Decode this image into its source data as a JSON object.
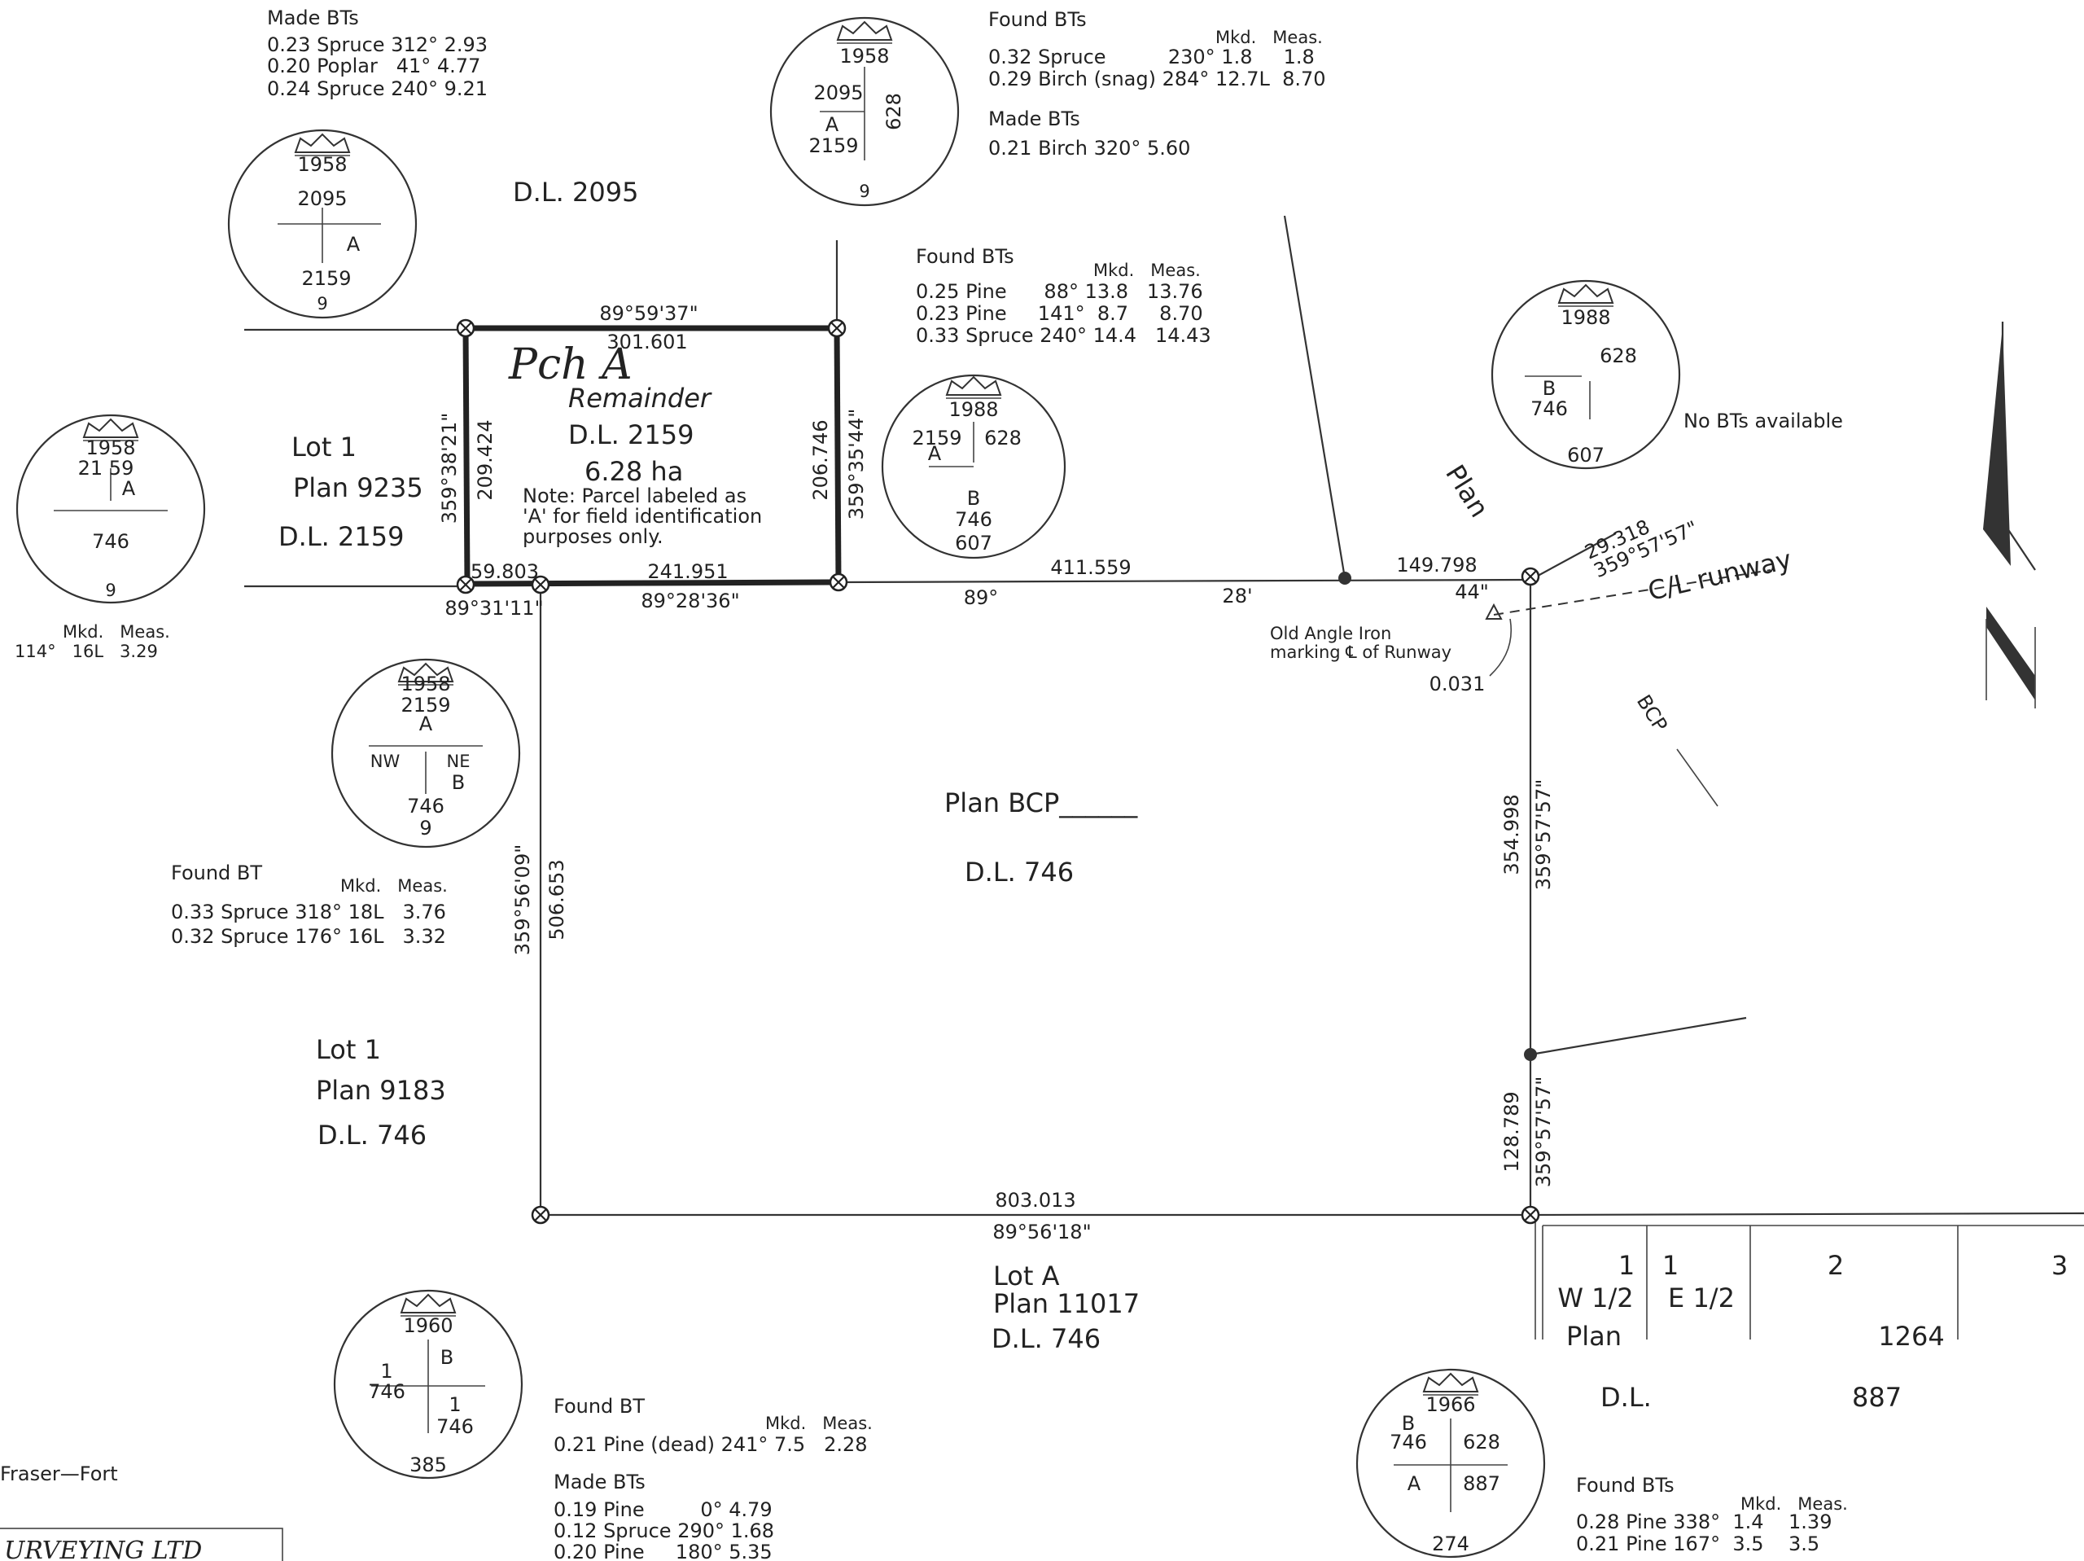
{
  "district_lots": {
    "dl2095": "D.L. 2095",
    "dl2159_left": "D.L. 2159",
    "dl746_center": "D.L. 746",
    "dl746_lot1": "D.L. 746",
    "dl746_lotA": "D.L. 746",
    "dl887_prefix": "D.L.",
    "dl887_number": "887"
  },
  "parcel": {
    "handwritten": "Pch A",
    "remainder": "Remainder",
    "lot": "D.L. 2159",
    "area": "6.28 ha",
    "note_line1": "Note: Parcel labeled as",
    "note_line2": "'A' for field identification",
    "note_line3": "purposes only."
  },
  "lots": {
    "lot1_9235_lot": "Lot    1",
    "lot1_9235_plan": "Plan  9235",
    "lot1_9183_lot": "Lot    1",
    "lot1_9183_plan": "Plan  9183",
    "lotA_lot": "Lot  A",
    "lotA_plan": "Plan  11017",
    "plan_bcp": "Plan  BCP______",
    "plan_diag": "Plan",
    "bcp_diag": "BCP"
  },
  "dimensions": {
    "north_bearing": "89°59'37\"",
    "north_dist": "301.601",
    "west_bearing": "359°38'21\"",
    "west_dist": "209.424",
    "east_dist": "206.746",
    "east_bearing": "359°35'44\"",
    "south_short": "59.803",
    "south_short_bearing": "89°31'11\"",
    "south_dist": "241.951",
    "south_bearing": "89°28'36\"",
    "south_line_dist": "411.559",
    "south_line_bearing_a": "89°",
    "south_line_bearing_b": "28'",
    "south_line_bearing_c": "44\"",
    "runway_seg_dist": "149.798",
    "runway_dist": "29.318",
    "runway_bearing": "359°57'57\"",
    "runway_label": "C/L runway",
    "runway_offset": "0.031",
    "east_upper_dist": "354.998",
    "east_upper_bearing": "359°57'57\"",
    "east_lower_dist": "128.789",
    "east_lower_bearing": "359°57'57\"",
    "west_long_bearing": "359°56'09\"",
    "west_long_dist": "506.653",
    "bottom_dist": "803.013",
    "bottom_bearing": "89°56'18\""
  },
  "angle_iron": {
    "line1": "Old Angle Iron",
    "line2": "marking ℄ of Runway"
  },
  "bearing_trees": {
    "top_made_title": "Made BTs",
    "top_made_rows": [
      "0.23 Spruce 312° 2.93",
      "0.20 Poplar   41° 4.77",
      "0.24 Spruce 240° 9.21"
    ],
    "tr_found_title": "Found BTs",
    "tr_found_header": "Mkd.   Meas.",
    "tr_found_rows": [
      "0.32 Spruce          230° 1.8     1.8",
      "0.29 Birch (snag) 284° 12.7L  8.70"
    ],
    "tr_made_title": "Made BTs",
    "tr_made_rows": [
      "0.21 Birch 320° 5.60"
    ],
    "mid_found_title": "Found BTs",
    "mid_found_header": "Mkd.   Meas.",
    "mid_found_rows": [
      "0.25 Pine      88° 13.8   13.76",
      "0.23 Pine     141°  8.7     8.70",
      "0.33 Spruce 240° 14.4   14.43"
    ],
    "left_cut_header": "Mkd.   Meas.",
    "left_cut_row": "114°   16L   3.29",
    "left_found_title": "Found BT",
    "left_found_header": "Mkd.   Meas.",
    "left_found_rows": [
      "0.33 Spruce 318° 18L   3.76",
      "0.32 Spruce 176° 16L   3.32"
    ],
    "no_bts": "No BTs available",
    "bottom_found_title": "Found BT",
    "bottom_found_header": "Mkd.   Meas.",
    "bottom_found_rows": [
      "0.21 Pine (dead) 241° 7.5   2.28"
    ],
    "bottom_made_title": "Made BTs",
    "bottom_made_rows": [
      "0.19 Pine         0° 4.79",
      "0.12 Spruce 290° 1.68",
      "0.20 Pine     180° 5.35"
    ],
    "br_found_title": "Found BTs",
    "br_found_header": "Mkd.   Meas.",
    "br_found_rows": [
      "0.28 Pine 338°  1.4    1.39",
      "0.21 Pine 167°  3.5    3.5"
    ]
  },
  "posts": {
    "p1": {
      "year": "1958",
      "tl": "2095",
      "tr": "",
      "bl": "2159",
      "br": "",
      "mid_r": "A",
      "bottom": "9"
    },
    "p2": {
      "year": "1958",
      "tl": "2095",
      "bl_a": "A",
      "bl": "2159",
      "right": "628",
      "bottom": "9"
    },
    "p3": {
      "year": "1958",
      "tl": "21 59",
      "tr": "A",
      "bl": "746",
      "bottom": "9"
    },
    "p4": {
      "year": "1988",
      "tl": "2159",
      "tr": "628",
      "l_a": "A",
      "mid": "B",
      "bl": "746",
      "bottom": "607"
    },
    "p5": {
      "year": "1988",
      "tr": "628",
      "l": "B",
      "bl": "746",
      "bottom": "607"
    },
    "p6": {
      "year": "1958",
      "top1": "2159",
      "top2": "A",
      "l": "NW",
      "r": "NE",
      "r2": "B",
      "bl": "746",
      "bottom": "9"
    },
    "p7": {
      "year": "1960",
      "tl": "1",
      "tl2": "746",
      "tr": "B",
      "br": "1",
      "br2": "746",
      "bottom": "385"
    },
    "p8": {
      "year": "1966",
      "tl": "B",
      "tl2": "746",
      "tr": "628",
      "bl": "A",
      "br": "887",
      "bottom": "274"
    }
  },
  "subdivision": {
    "c1": "1",
    "c1b": "W 1/2",
    "c2": "1",
    "c2b": "E 1/2",
    "c3": "2",
    "c4": "3",
    "plan": "Plan",
    "plan_no": "1264"
  },
  "legend": {
    "fraser": "Fraser—Fort",
    "firm": "URVEYING  LTD"
  }
}
